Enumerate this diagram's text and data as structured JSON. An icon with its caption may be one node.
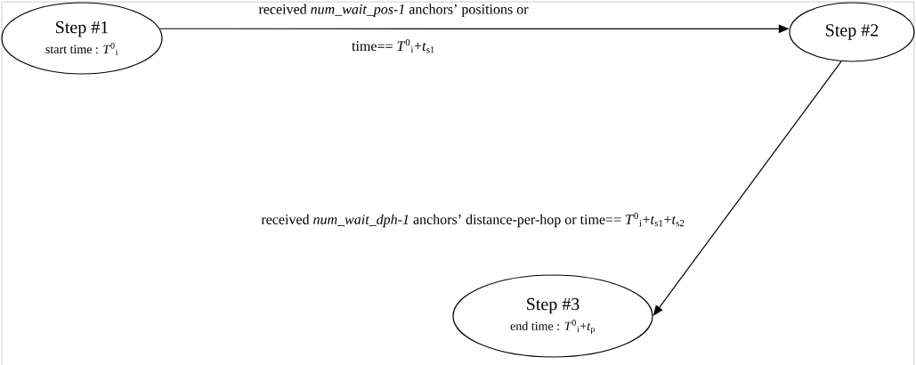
{
  "diagram": {
    "nodes": [
      {
        "text": [
          "Step #1",
          "start time : *T*$^{0}$$_{i}$"
        ]
      },
      {
        "text": [
          "Step #2"
        ]
      },
      {
        "text": [
          "Step #3",
          "end time : *T*$^{0}$$_{i}$+*t*$_{p}$"
        ]
      }
    ],
    "edges": [
      {
        "from": 0,
        "to": 1,
        "arrow": "to",
        "label": "received *num_wait_pos-1* anchors’ positions or time== *T*$^{0}$$_{i}$+*t*$_{s1}$"
      },
      {
        "from": 1,
        "to": 2,
        "arrow": "to",
        "label": "received *num_wait_dph-1* anchors’ distance-per-hop or time== *T*$^{0}$$_{i}$+*t*$_{s1}$+*t*$_{s2}$"
      }
    ]
  }
}
